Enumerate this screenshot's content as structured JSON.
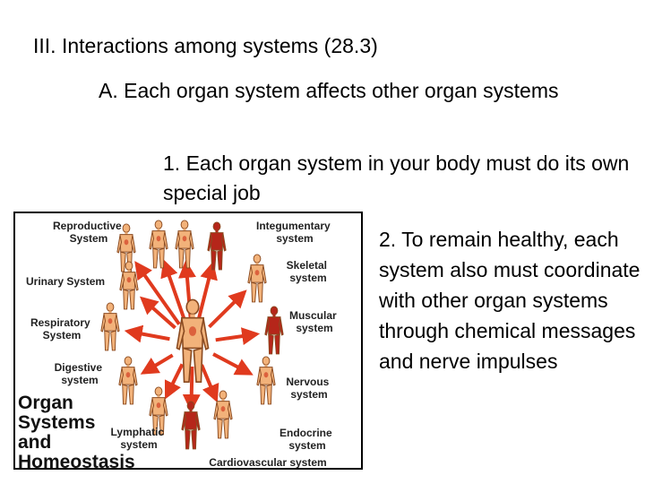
{
  "slide": {
    "heading": "III. Interactions among systems (28.3)",
    "point_a": "A. Each organ system affects other organ systems",
    "point_1": "1. Each organ system in your body must do its own  special job",
    "point_2": "2. To remain healthy, each system also must coordinate with other organ systems through chemical messages and nerve impulses"
  },
  "figure": {
    "labels": {
      "reproductive": [
        "Reproductive",
        "System"
      ],
      "integumentary": [
        "Integumentary",
        "system"
      ],
      "urinary": [
        "Urinary System"
      ],
      "skeletal": [
        "Skeletal",
        "system"
      ],
      "respiratory": [
        "Respiratory",
        "System"
      ],
      "muscular": [
        "Muscular",
        "system"
      ],
      "digestive": [
        "Digestive",
        "system"
      ],
      "nervous": [
        "Nervous",
        "system"
      ],
      "lymphatic": [
        "Lymphatic",
        "system"
      ],
      "endocrine": [
        "Endocrine",
        "system"
      ],
      "cardiovascular": [
        "Cardiovascular system"
      ]
    },
    "caption": [
      "Organ",
      "Systems",
      "and",
      "Homeostasis"
    ],
    "colors": {
      "arrow": "#e03a1e",
      "skin": "#f2b27a",
      "muscle": "#b5261a",
      "outline": "#8a4a20",
      "organ_accent": "#d4452a"
    }
  }
}
